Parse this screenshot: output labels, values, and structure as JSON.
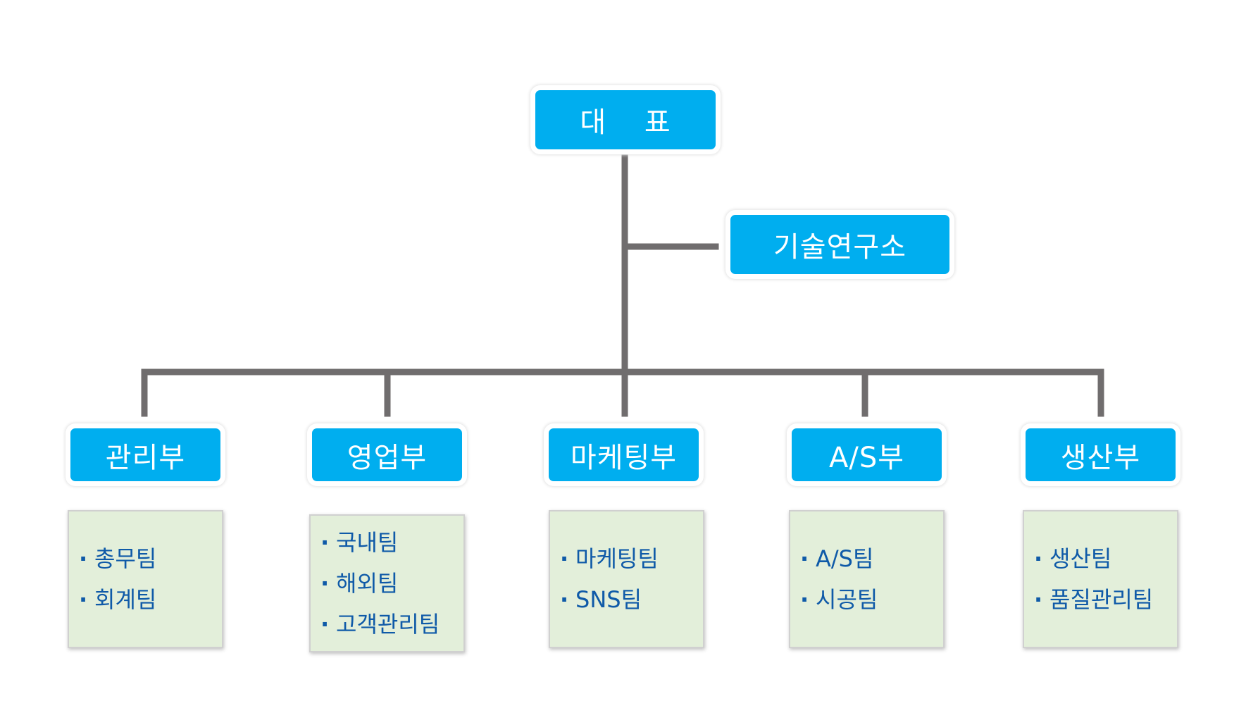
{
  "org_chart": {
    "ceo": {
      "label": "대 표"
    },
    "research": {
      "label": "기술연구소"
    },
    "departments": [
      {
        "label": "관리부",
        "teams": [
          "총무팀",
          "회계팀"
        ]
      },
      {
        "label": "영업부",
        "teams": [
          "국내팀",
          "해외팀",
          "고객관리팀"
        ]
      },
      {
        "label": "마케팅부",
        "teams": [
          "마케팅팀",
          "SNS팀"
        ]
      },
      {
        "label": "A/S부",
        "teams": [
          "A/S팀",
          "시공팀"
        ]
      },
      {
        "label": "생산부",
        "teams": [
          "생산팀",
          "품질관리팀"
        ]
      }
    ]
  },
  "colors": {
    "node_fill": "#00aeef",
    "node_text": "#ffffff",
    "connector": "#706d6e",
    "team_fill": "#e3efda",
    "team_text": "#0f5aa8"
  }
}
